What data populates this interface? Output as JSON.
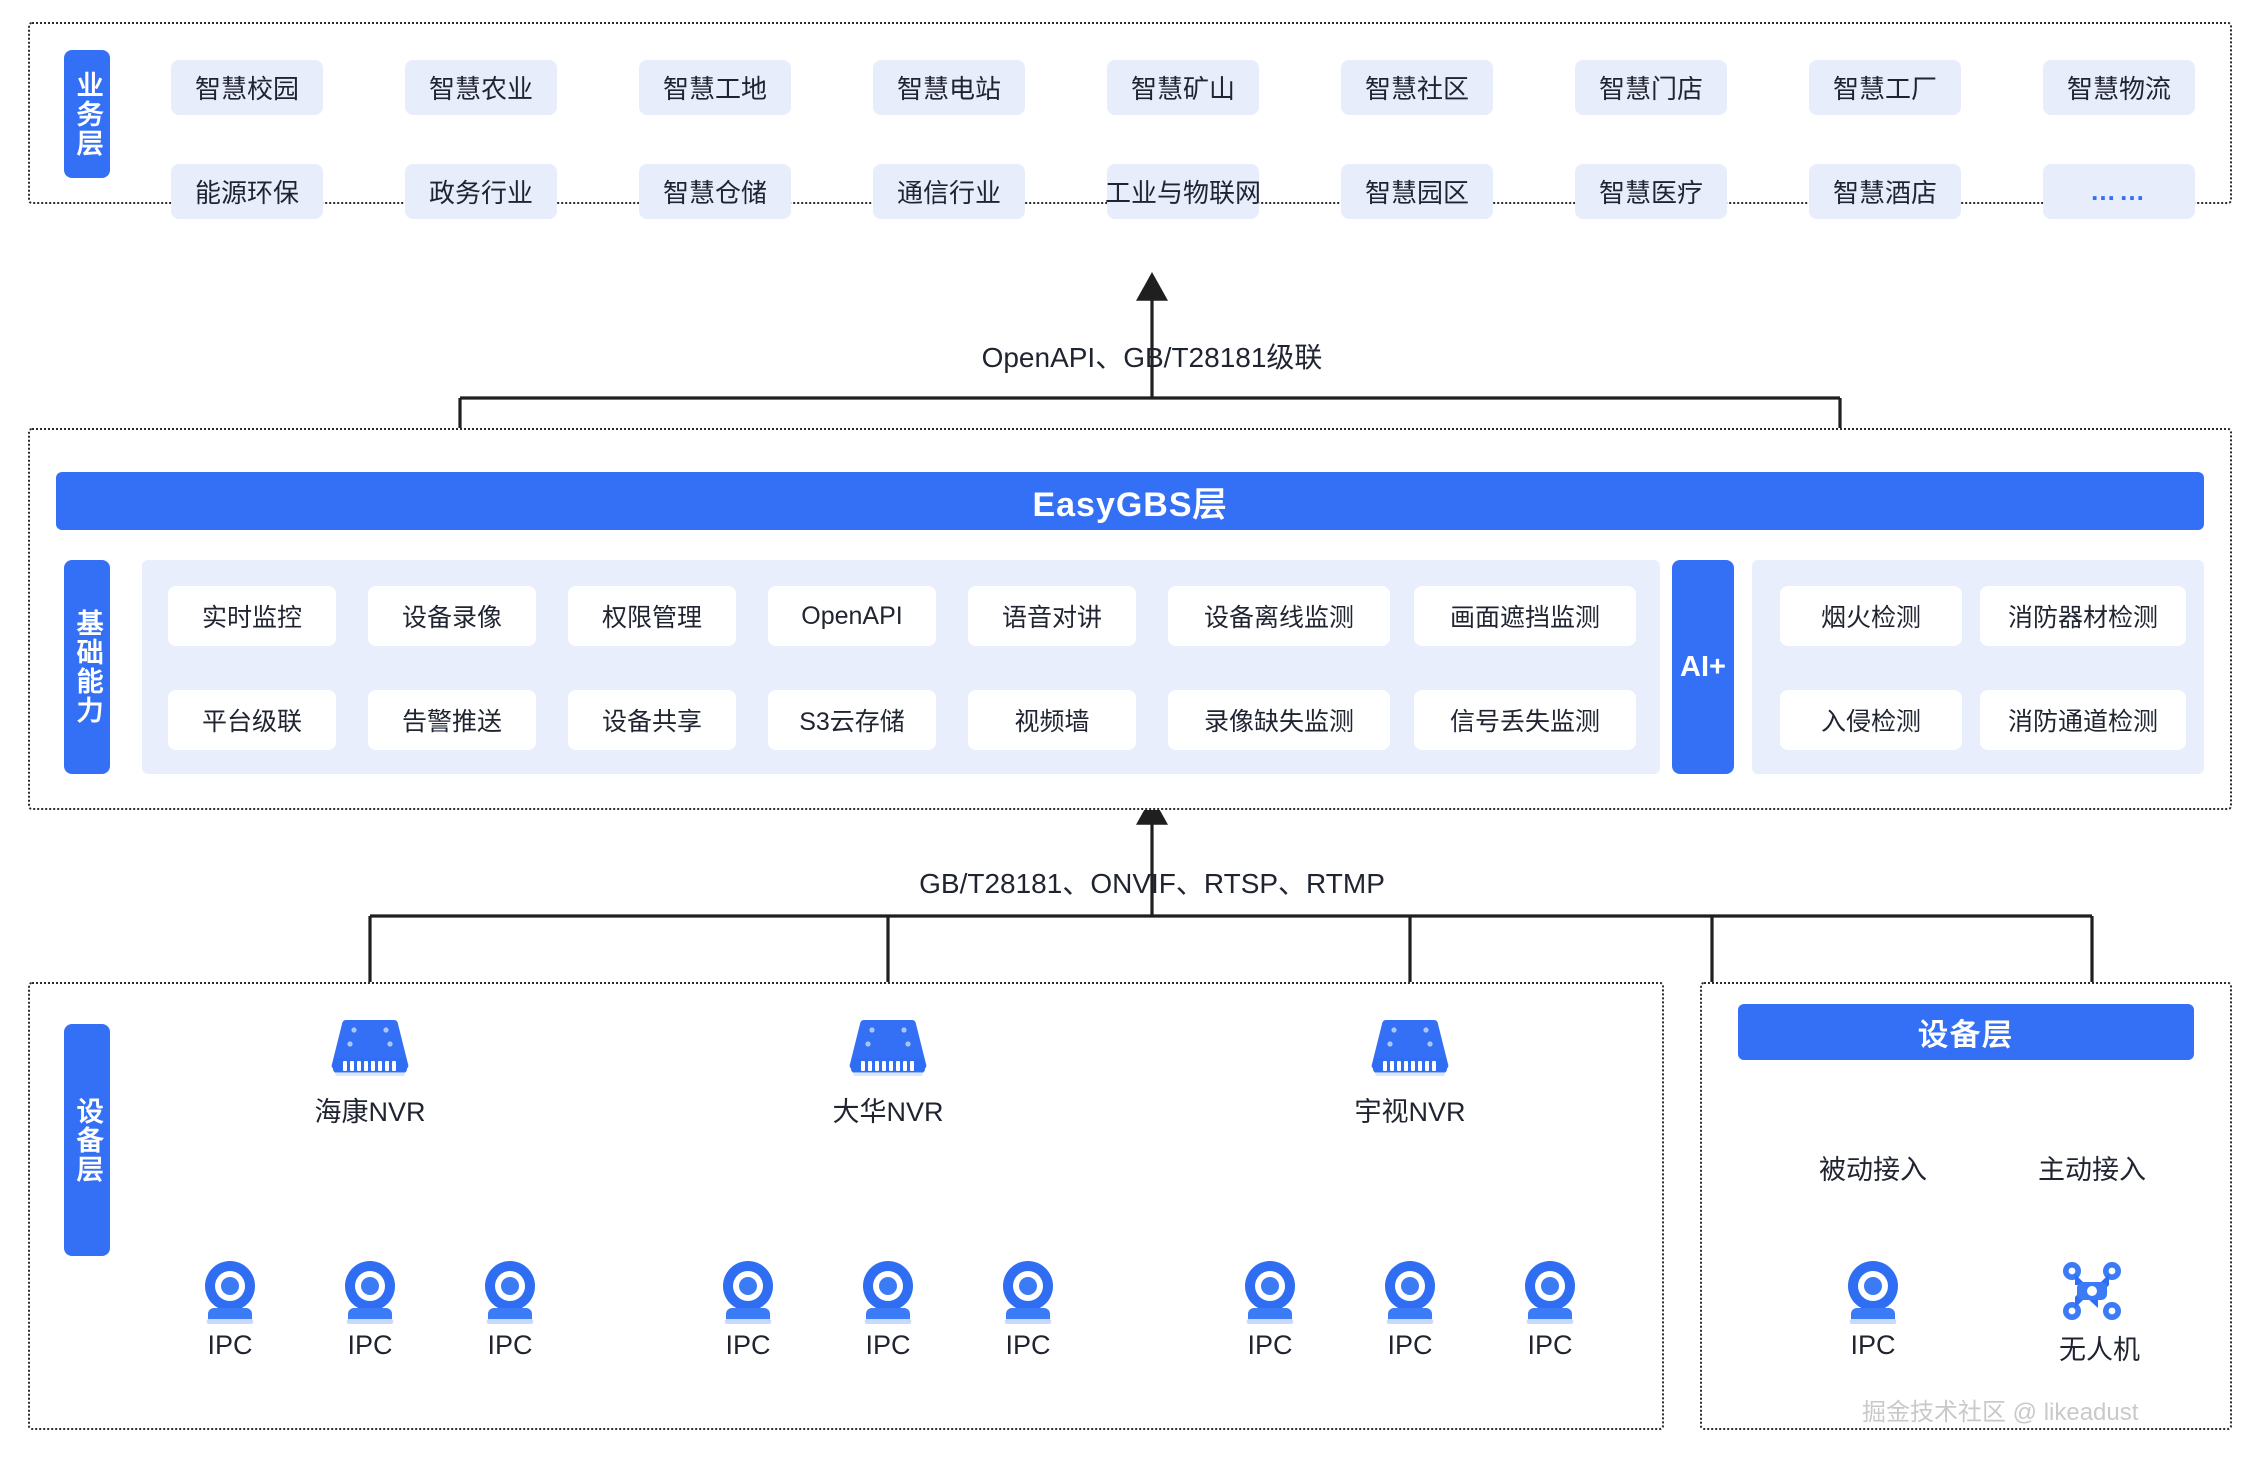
{
  "diagram": {
    "title": "EasyGBS 视频融合平台架构图",
    "accent_blue": "#3370f5",
    "chip_bg": "#e8edfb",
    "capability_group_bg": "#e9eefc",
    "line_color": "#2b2b2b"
  },
  "business_layer": {
    "sidebar_label": "业务层",
    "row1": [
      "智慧校园",
      "智慧农业",
      "智慧工地",
      "智慧电站",
      "智慧矿山",
      "智慧社区",
      "智慧门店",
      "智慧工厂",
      "智慧物流"
    ],
    "row2": [
      "能源环保",
      "政务行业",
      "智慧仓储",
      "通信行业",
      "工业与物联网",
      "智慧园区",
      "智慧医疗",
      "智慧酒店",
      "……"
    ]
  },
  "connectors": {
    "business_to_platform": "OpenAPI、GB/T28181级联",
    "device_to_platform": "GB/T28181、ONVIF、RTSP、RTMP"
  },
  "platform_layer": {
    "title_bar": "EasyGBS层",
    "sidebar_label": "基础能力",
    "capabilities_row1": [
      "实时监控",
      "设备录像",
      "权限管理",
      "OpenAPI",
      "语音对讲",
      "设备离线监测",
      "画面遮挡监测"
    ],
    "capabilities_row2": [
      "平台级联",
      "告警推送",
      "设备共享",
      "S3云存储",
      "视频墙",
      "录像缺失监测",
      "信号丢失监测"
    ],
    "ai_label": "AI+",
    "ai_row1": [
      "烟火检测",
      "消防器材检测"
    ],
    "ai_row2": [
      "入侵检测",
      "消防通道检测"
    ]
  },
  "device_layer": {
    "sidebar_label": "设备层",
    "nvr_groups": [
      {
        "nvr_label": "海康NVR",
        "children": [
          "IPC",
          "IPC",
          "IPC"
        ]
      },
      {
        "nvr_label": "大华NVR",
        "children": [
          "IPC",
          "IPC",
          "IPC"
        ]
      },
      {
        "nvr_label": "宇视NVR",
        "children": [
          "IPC",
          "IPC",
          "IPC"
        ]
      }
    ],
    "direct_panel": {
      "bar_label": "设备层",
      "branches": [
        {
          "access_label": "被动接入",
          "device_label": "IPC",
          "icon": "ipc-camera-icon"
        },
        {
          "access_label": "主动接入",
          "device_label": "无人机",
          "icon": "drone-icon"
        }
      ]
    }
  },
  "watermark": "掘金技术社区 @ likeadust"
}
